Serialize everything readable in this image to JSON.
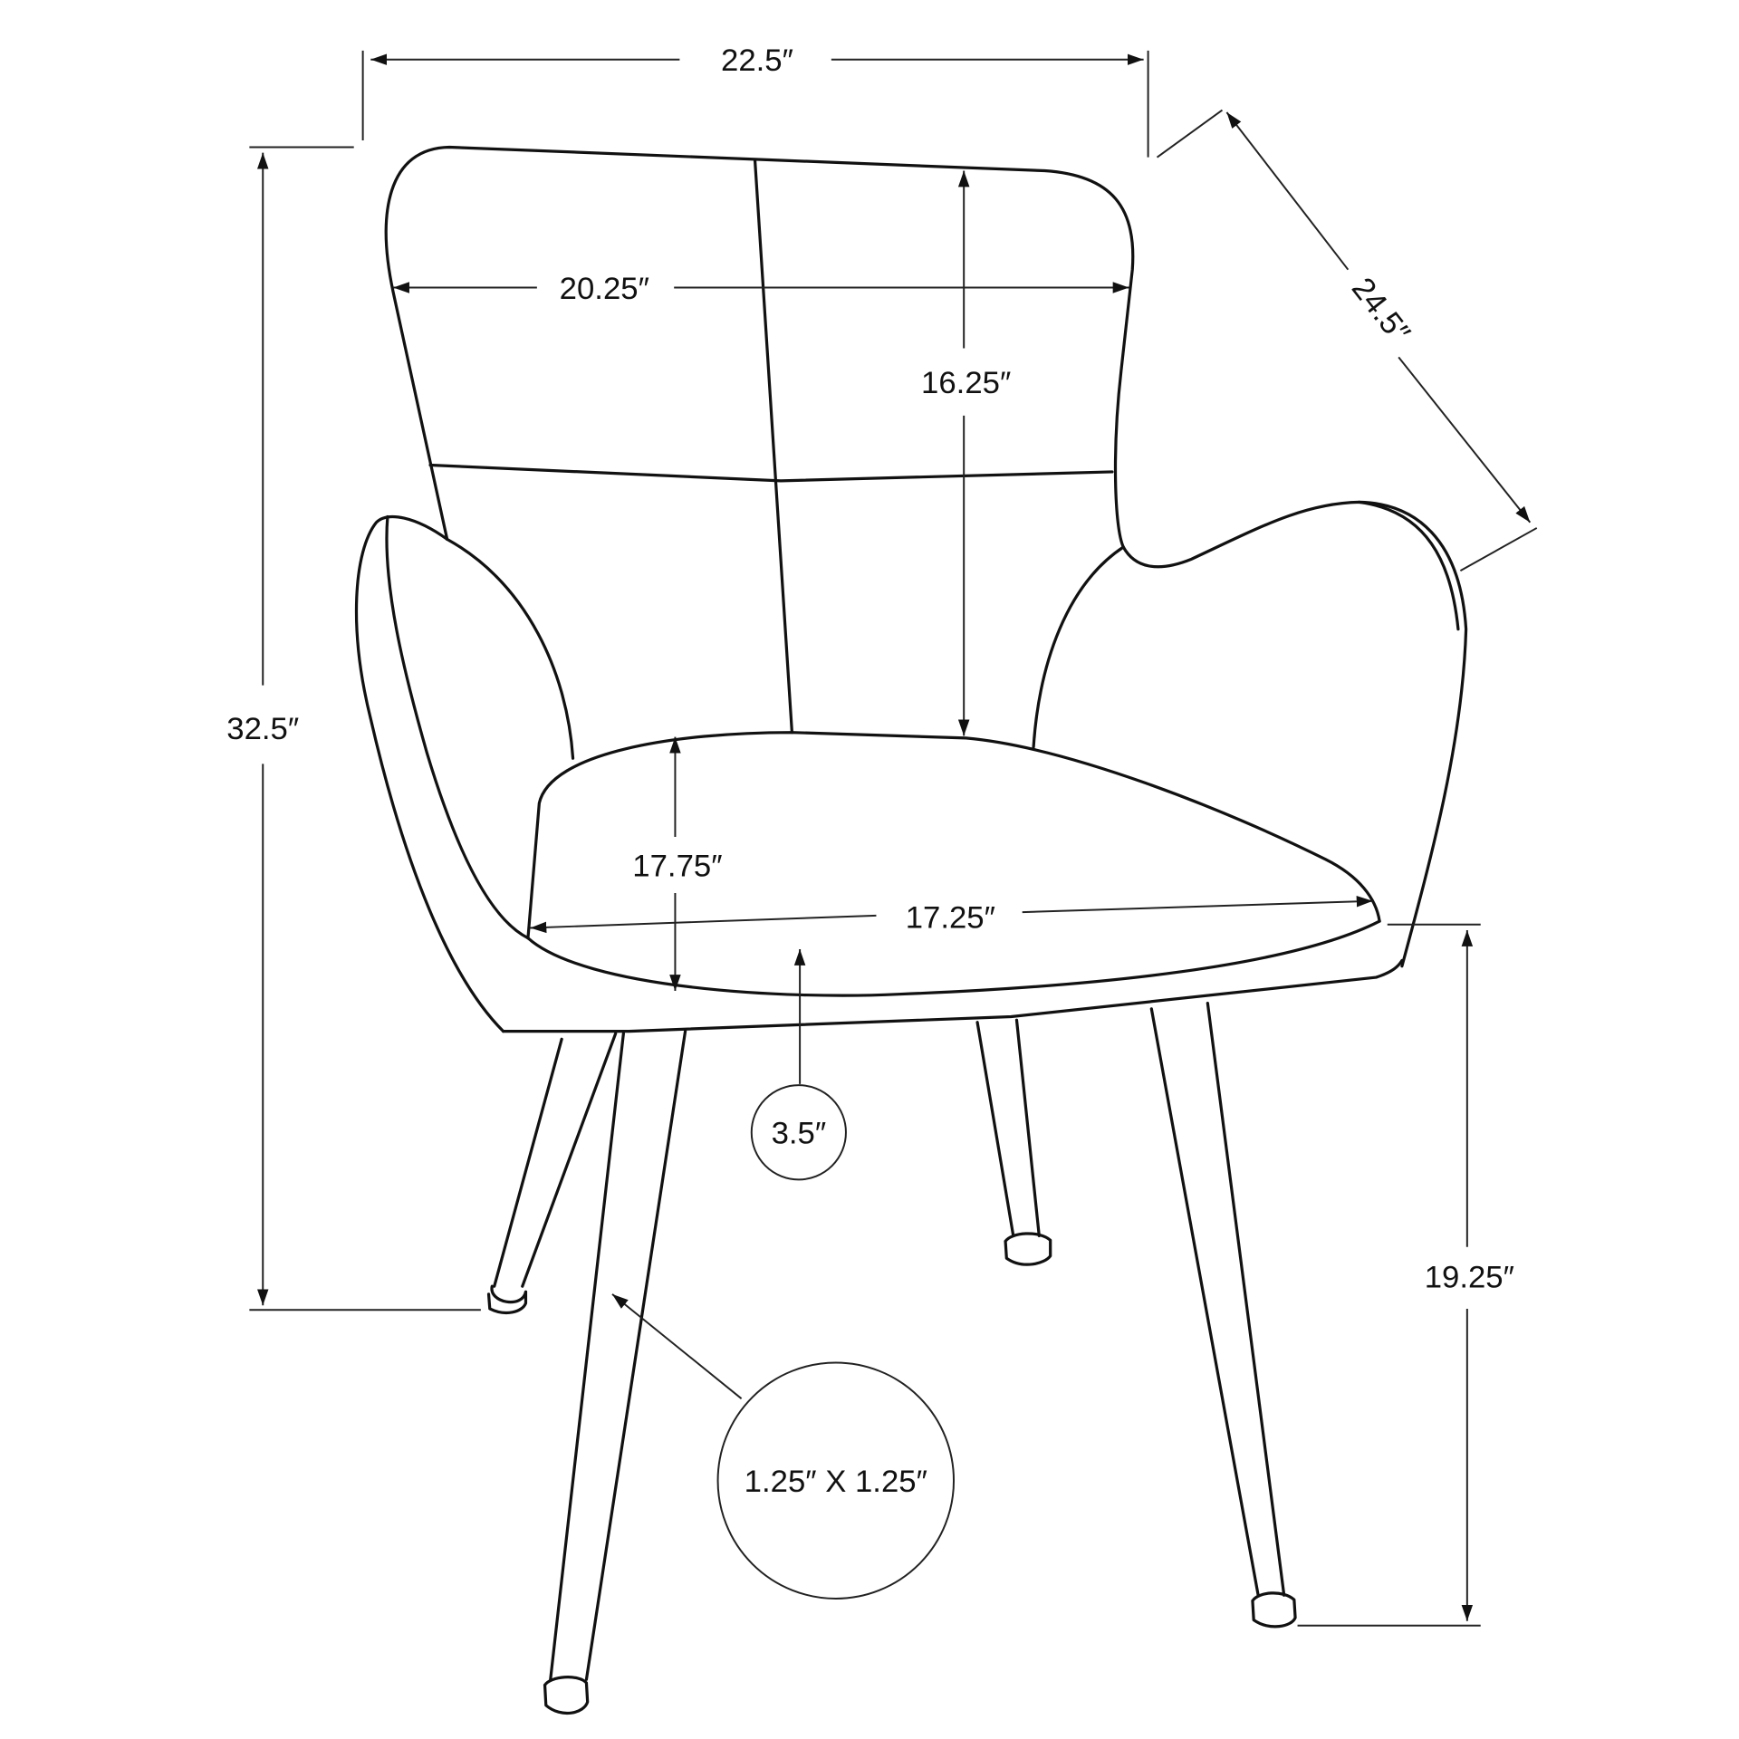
{
  "title": "Chair dimension diagram",
  "dimensions": {
    "overall_width": "22.5″",
    "overall_depth": "24.5″",
    "overall_height": "32.5″",
    "back_width": "20.25″",
    "back_height": "16.25″",
    "seat_height_from_back": "17.75″",
    "seat_width": "17.25″",
    "seat_thickness": "3.5″",
    "seat_to_floor": "19.25″",
    "leg_size": "1.25″ X 1.25″"
  },
  "colors": {
    "line": "#111111",
    "background": "#ffffff"
  }
}
